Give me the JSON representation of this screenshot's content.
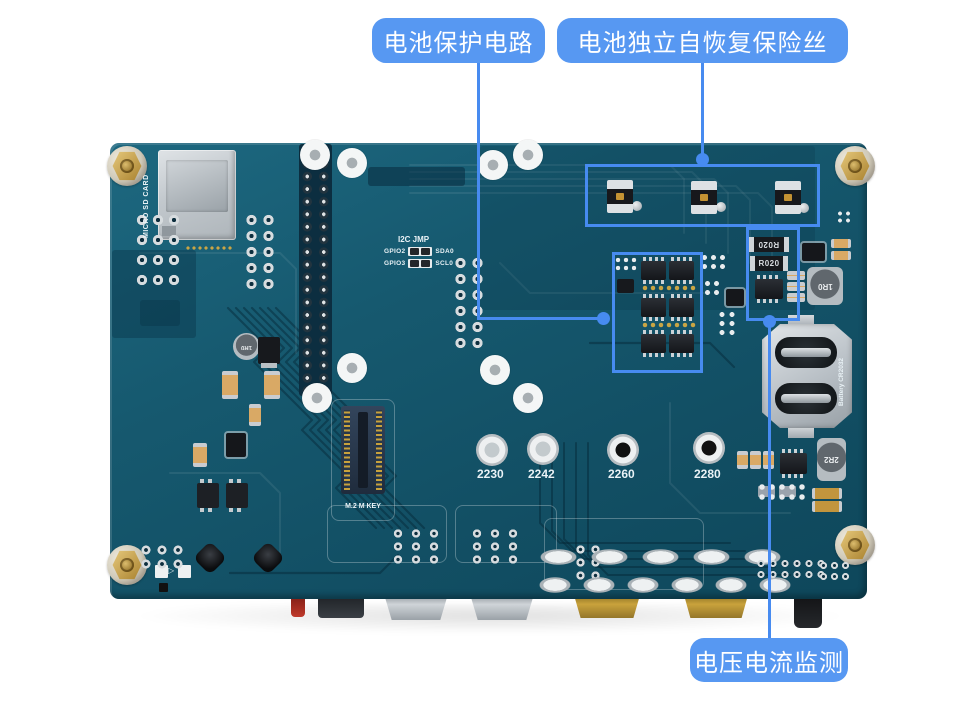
{
  "annotations": {
    "battery_protection": "电池保护电路",
    "fuse": "电池独立自恢复保险丝",
    "monitor": "电压电流监测"
  },
  "silkscreen": {
    "sd_card": "MICRO SD CARD",
    "i2c_title": "I2C JMP",
    "i2c_rows": [
      {
        "gpio": "GPIO2",
        "signal": "SDA0"
      },
      {
        "gpio": "GPIO3",
        "signal": "SCL0"
      }
    ],
    "m2_label": "M.2 M KEY",
    "standoffs": [
      "2230",
      "2242",
      "2260",
      "2280"
    ],
    "battery_label": "Battery CR2032",
    "shunt_label": "R020",
    "inductor_1r0": "1R0",
    "inductor_2r2": "2R2"
  },
  "colors": {
    "accent_blue": "#5798f2",
    "callout_line": "#478bf0",
    "pcb_teal": "#14566d"
  }
}
